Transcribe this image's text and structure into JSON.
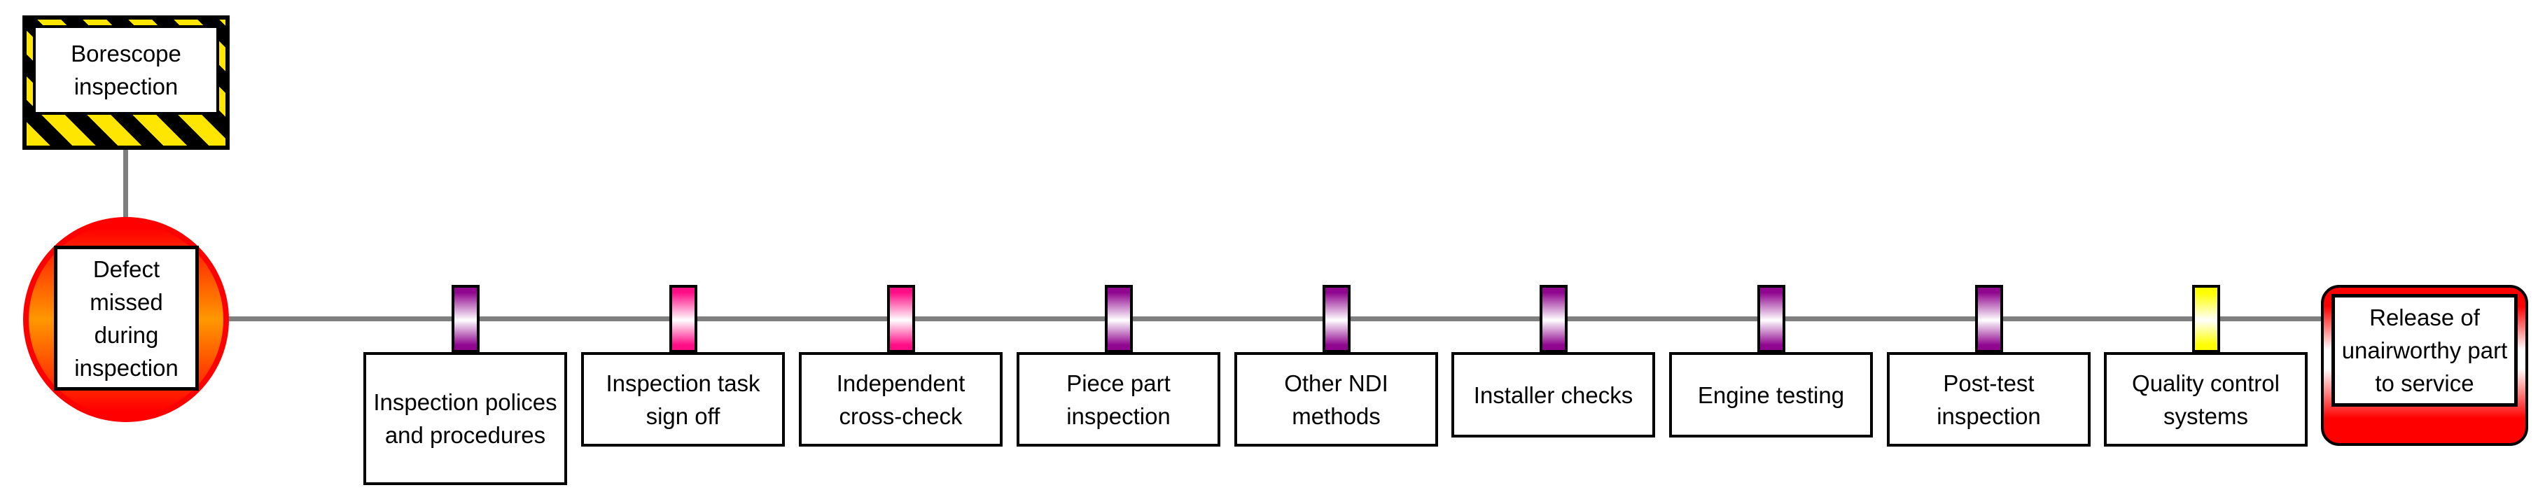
{
  "diagram": {
    "type": "barrier-model",
    "top_control": {
      "label": "Borescope inspection"
    },
    "hazard_event": {
      "label": "Defect missed during inspection"
    },
    "outcome": {
      "label": "Release of unairworthy part to service"
    },
    "barriers": [
      {
        "label": "Inspection polices and procedures",
        "color": "#90068f"
      },
      {
        "label": "Inspection task sign off",
        "color": "#ff0d86"
      },
      {
        "label": "Independent cross-check",
        "color": "#ff0d86"
      },
      {
        "label": "Piece part inspection",
        "color": "#90068f"
      },
      {
        "label": "Other NDI methods",
        "color": "#90068f"
      },
      {
        "label": "Installer checks",
        "color": "#90068f"
      },
      {
        "label": "Engine testing",
        "color": "#90068f"
      },
      {
        "label": "Post-test inspection",
        "color": "#90068f"
      },
      {
        "label": "Quality control systems",
        "color": "#ffff00"
      }
    ],
    "palette": {
      "connector_gray": "#7f7f7f",
      "hazard_ring_red": "#ff0000",
      "hazard_fill_orange": "#ff9800",
      "outcome_red": "#ff0000",
      "stripe_yellow": "#ffe600",
      "stripe_black": "#000000"
    }
  }
}
